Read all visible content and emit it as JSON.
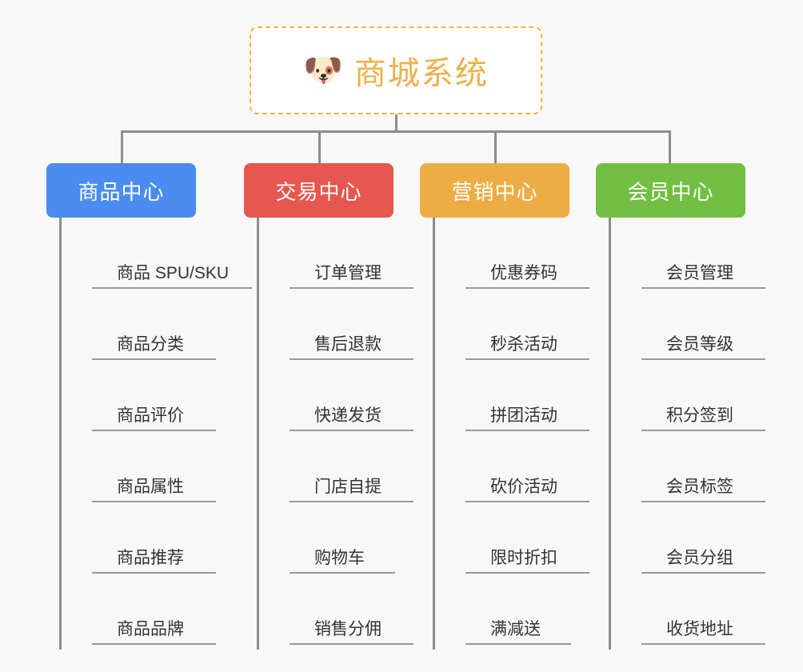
{
  "canvas": {
    "background": "#f8f8f8",
    "line_color": "#8c8c8c",
    "rule_color": "#9a9a9a"
  },
  "root": {
    "icon": "dog-face-emoji",
    "emoji": "🐶",
    "title": "商城系统",
    "text_color": "#efb04a",
    "border_color": "#f0b44a",
    "background": "#ffffff"
  },
  "branches": [
    {
      "label": "商品中心",
      "color": "#4a8cf0",
      "items": [
        {
          "label": "商品 SPU/SKU",
          "rule_width": 200
        },
        {
          "label": "商品分类",
          "rule_width": 155
        },
        {
          "label": "商品评价",
          "rule_width": 155
        },
        {
          "label": "商品属性",
          "rule_width": 155
        },
        {
          "label": "商品推荐",
          "rule_width": 155
        },
        {
          "label": "商品品牌",
          "rule_width": 155
        }
      ]
    },
    {
      "label": "交易中心",
      "color": "#e5574f",
      "items": [
        {
          "label": "订单管理",
          "rule_width": 155
        },
        {
          "label": "售后退款",
          "rule_width": 155
        },
        {
          "label": "快递发货",
          "rule_width": 155
        },
        {
          "label": "门店自提",
          "rule_width": 155
        },
        {
          "label": "购物车",
          "rule_width": 132
        },
        {
          "label": "销售分佣",
          "rule_width": 155
        }
      ]
    },
    {
      "label": "营销中心",
      "color": "#eeac44",
      "items": [
        {
          "label": "优惠券码",
          "rule_width": 155
        },
        {
          "label": "秒杀活动",
          "rule_width": 155
        },
        {
          "label": "拼团活动",
          "rule_width": 155
        },
        {
          "label": "砍价活动",
          "rule_width": 155
        },
        {
          "label": "限时折扣",
          "rule_width": 155
        },
        {
          "label": "满减送",
          "rule_width": 132
        }
      ]
    },
    {
      "label": "会员中心",
      "color": "#73bf44",
      "items": [
        {
          "label": "会员管理",
          "rule_width": 155
        },
        {
          "label": "会员等级",
          "rule_width": 155
        },
        {
          "label": "积分签到",
          "rule_width": 155
        },
        {
          "label": "会员标签",
          "rule_width": 155
        },
        {
          "label": "会员分组",
          "rule_width": 155
        },
        {
          "label": "收货地址",
          "rule_width": 155
        }
      ]
    }
  ]
}
